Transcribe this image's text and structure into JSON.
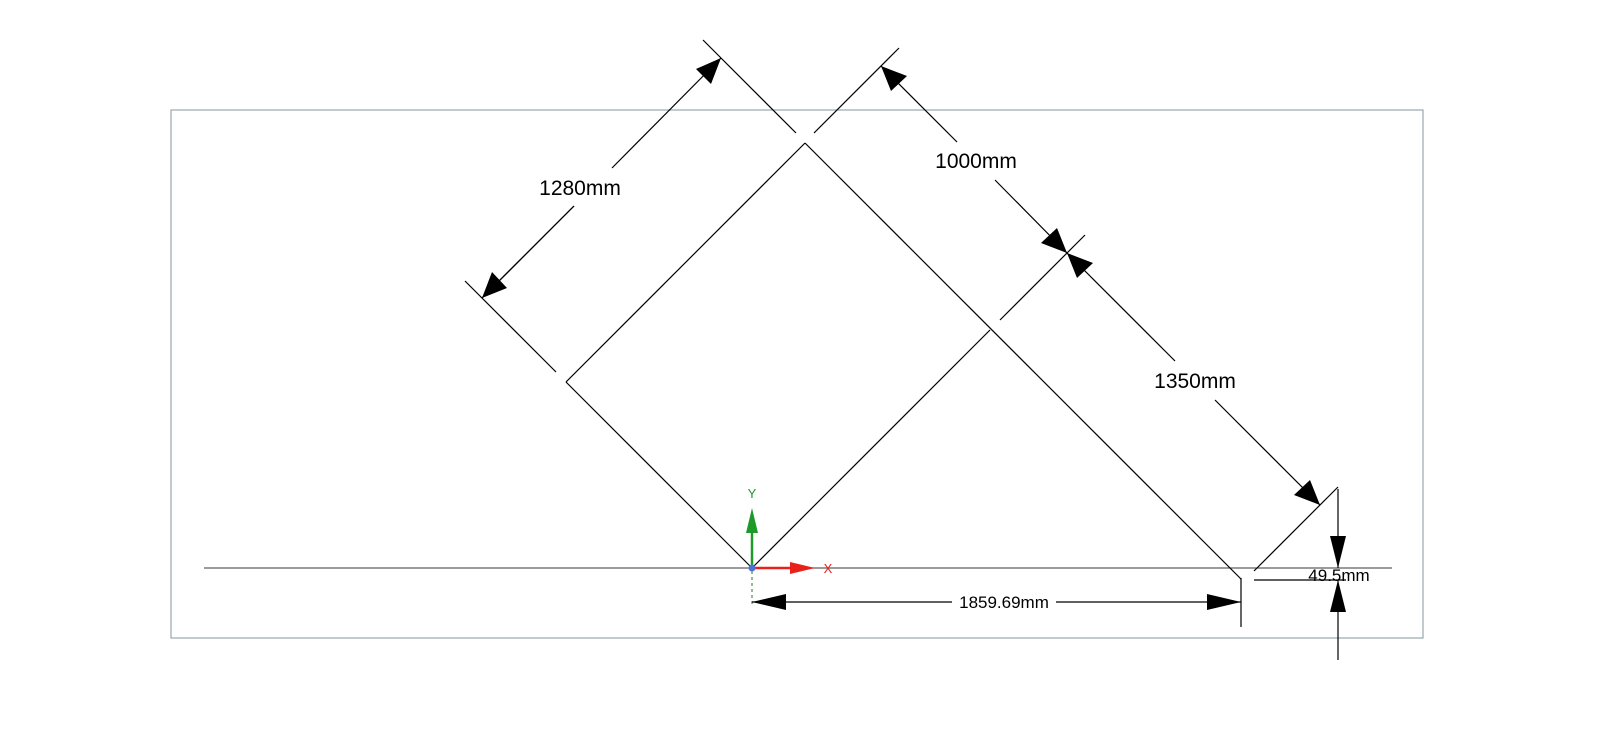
{
  "colors": {
    "background": "#ffffff",
    "drawing": "#000000",
    "viewport_border": "#9aa6ad",
    "baseline": "#5f5f5f",
    "x_axis": "#e8211b",
    "y_axis": "#1e9a2a",
    "origin": "#4a73d9"
  },
  "dimensions": {
    "d1280": "1280mm",
    "d1000": "1000mm",
    "d1350": "1350mm",
    "d1859": "1859.69mm",
    "d49": "49.5mm"
  },
  "axes": {
    "x_label": "X",
    "y_label": "Y"
  }
}
